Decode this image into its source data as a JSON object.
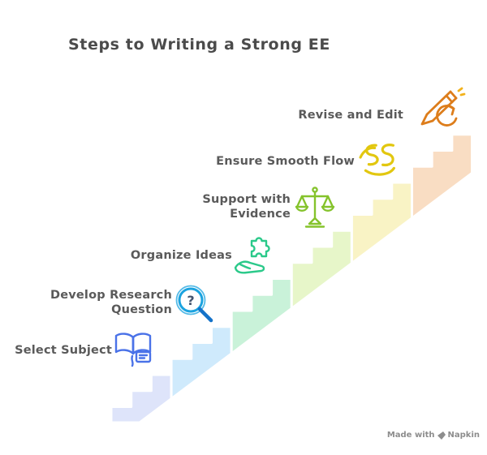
{
  "title": "Steps to Writing a Strong EE",
  "title_color": "#4b4b4b",
  "text_color": "#5a5a5a",
  "steps": [
    {
      "label": "Select Subject",
      "icon": "open-book-icon",
      "icon_color": "#4a72e8",
      "accent_color": "#3f7df0",
      "band_color": "#dee4fa"
    },
    {
      "label": "Develop Research Question",
      "icon": "magnifier-question-icon",
      "icon_color": "#1ba3df",
      "accent_color": "#1472c9",
      "band_color": "#cfeafc",
      "glyph": "?"
    },
    {
      "label": "Organize Ideas",
      "icon": "hand-puzzle-icon",
      "icon_color": "#2bc98a",
      "accent_color": "#2bc98a",
      "band_color": "#c9f2d9"
    },
    {
      "label": "Support with Evidence",
      "icon": "balance-scale-icon",
      "icon_color": "#85c32c",
      "accent_color": "#6aa51e",
      "band_color": "#e7f6c9"
    },
    {
      "label": "Ensure Smooth Flow",
      "icon": "flow-swirl-icon",
      "icon_color": "#e2c70f",
      "accent_color": "#e2c70f",
      "band_color": "#f9f3c5"
    },
    {
      "label": "Revise and Edit",
      "icon": "pencil-redo-icon",
      "icon_color": "#dd7d1b",
      "accent_color": "#f2b21c",
      "band_color": "#f9ddc3"
    }
  ],
  "watermark": {
    "prefix": "Made with",
    "brand": "Napkin"
  }
}
